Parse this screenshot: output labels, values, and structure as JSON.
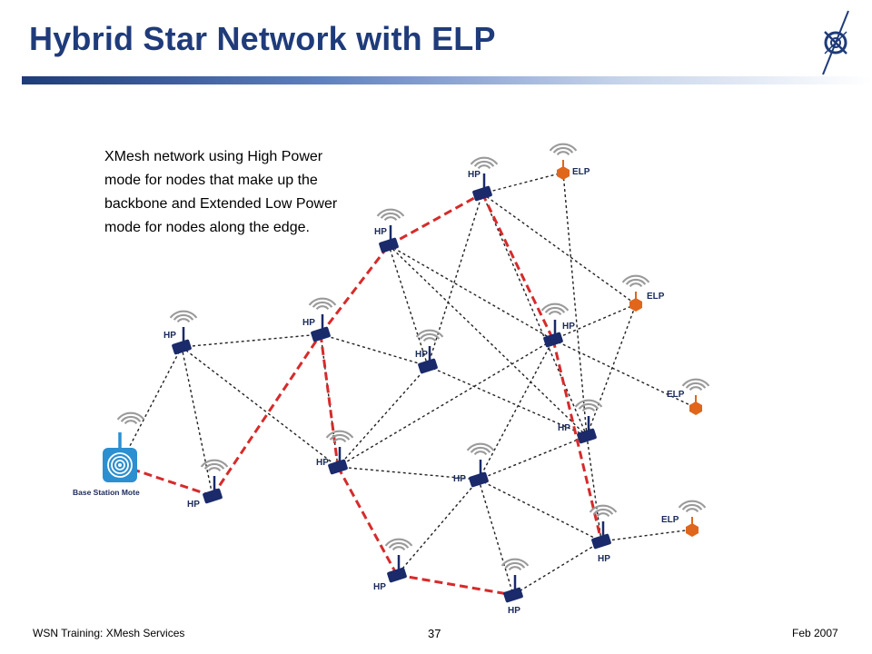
{
  "title": "Hybrid Star Network with ELP",
  "caption": "XMesh network using High Power mode for nodes that make up the backbone and Extended Low Power mode for nodes along the edge.",
  "footer": {
    "left": "WSN Training: XMesh Services",
    "page_number": "37",
    "date": "Feb 2007"
  },
  "colors": {
    "title": "#1f3b7a",
    "hp_node": "#1a2a6a",
    "elp_node": "#e0661c",
    "backbone_link": "#d62b2b",
    "link": "#222222",
    "base_station": "#2b8fd0"
  },
  "diagram": {
    "base_station": {
      "id": "bs",
      "label": "Base Station Mote"
    },
    "hp_nodes": [
      {
        "id": "h1",
        "label": "HP"
      },
      {
        "id": "h2",
        "label": "HP"
      },
      {
        "id": "h3",
        "label": "HP"
      },
      {
        "id": "h4",
        "label": "HP"
      },
      {
        "id": "h5",
        "label": "HP"
      },
      {
        "id": "h6",
        "label": "HP"
      },
      {
        "id": "h7",
        "label": "HP"
      },
      {
        "id": "h8",
        "label": "HP"
      },
      {
        "id": "h9",
        "label": "HP"
      },
      {
        "id": "h10",
        "label": "HP"
      },
      {
        "id": "h11",
        "label": "HP"
      },
      {
        "id": "h12",
        "label": "HP"
      },
      {
        "id": "h13",
        "label": "HP"
      }
    ],
    "elp_nodes": [
      {
        "id": "e1",
        "label": "ELP"
      },
      {
        "id": "e2",
        "label": "ELP"
      },
      {
        "id": "e3",
        "label": "ELP"
      },
      {
        "id": "e4",
        "label": "ELP"
      }
    ],
    "backbone_links": [
      [
        "bs",
        "h2"
      ],
      [
        "h2",
        "h3"
      ],
      [
        "h3",
        "h6"
      ],
      [
        "h6",
        "h9"
      ],
      [
        "h9",
        "h12"
      ],
      [
        "h3",
        "h4"
      ],
      [
        "h4",
        "h5"
      ],
      [
        "h5",
        "h8"
      ],
      [
        "h8",
        "h13"
      ]
    ],
    "links": [
      [
        "bs",
        "h1"
      ],
      [
        "h1",
        "h2"
      ],
      [
        "h1",
        "h3"
      ],
      [
        "h1",
        "h6"
      ],
      [
        "h3",
        "h7"
      ],
      [
        "h6",
        "h7"
      ],
      [
        "h7",
        "h5"
      ],
      [
        "h7",
        "h10"
      ],
      [
        "h7",
        "h4"
      ],
      [
        "h4",
        "h8"
      ],
      [
        "h4",
        "h10"
      ],
      [
        "h5",
        "h10"
      ],
      [
        "h10",
        "h11"
      ],
      [
        "h6",
        "h11"
      ],
      [
        "h6",
        "h8"
      ],
      [
        "h11",
        "h8"
      ],
      [
        "h11",
        "h9"
      ],
      [
        "h11",
        "h12"
      ],
      [
        "h11",
        "h13"
      ],
      [
        "h13",
        "h12"
      ],
      [
        "h13",
        "h10"
      ],
      [
        "h5",
        "e1"
      ],
      [
        "h5",
        "e2"
      ],
      [
        "h10",
        "e2"
      ],
      [
        "h10",
        "e1"
      ],
      [
        "h8",
        "e2"
      ],
      [
        "h8",
        "e3"
      ],
      [
        "h13",
        "e4"
      ],
      [
        "h3",
        "h6"
      ]
    ]
  }
}
